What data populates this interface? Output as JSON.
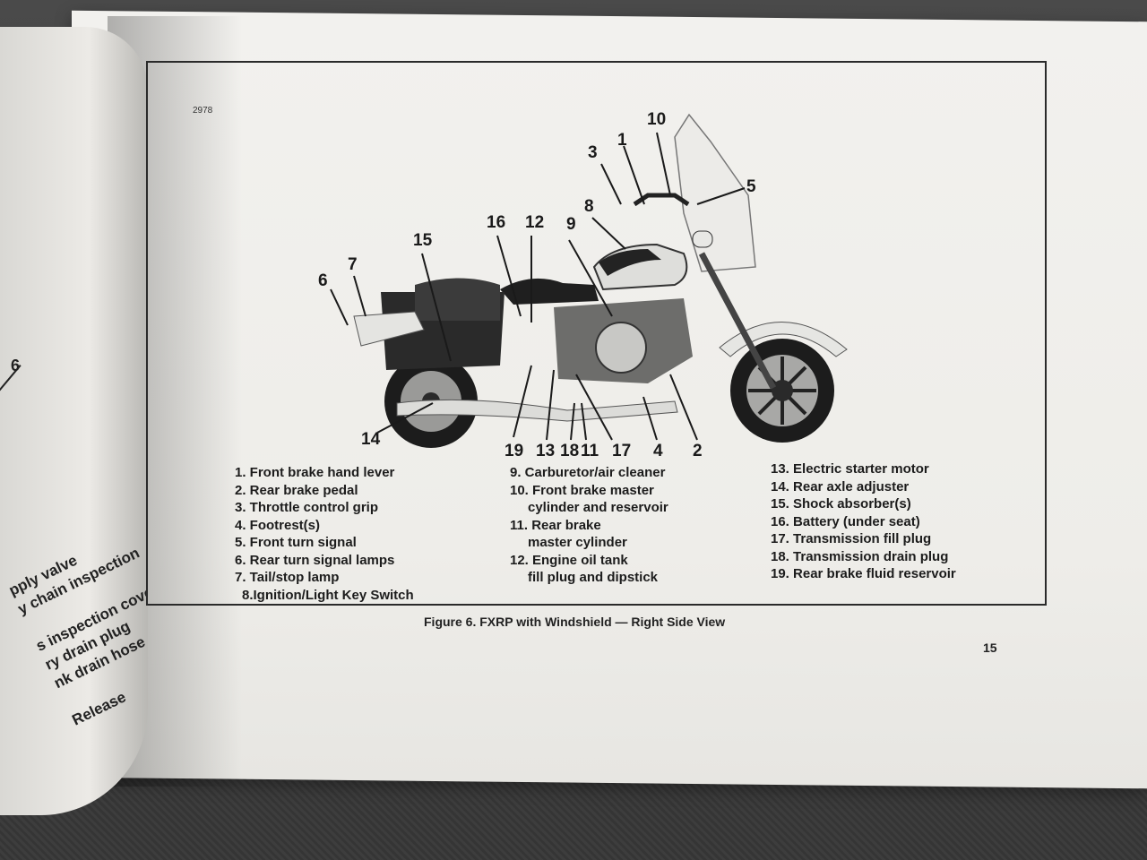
{
  "left_page": {
    "callout_label": "6",
    "fragments": [
      "pply valve",
      "y chain inspection",
      "",
      "s inspection cover",
      "ry drain plug",
      "nk drain hose",
      "",
      "Release"
    ]
  },
  "figure": {
    "number": "2978",
    "callouts": [
      "10",
      "1",
      "3",
      "5",
      "8",
      "16",
      "12",
      "9",
      "15",
      "7",
      "6",
      "14",
      "19",
      "13",
      "18",
      "11",
      "17",
      "4",
      "2"
    ]
  },
  "legend": {
    "col1": [
      "1. Front brake hand lever",
      "2. Rear brake pedal",
      "3. Throttle control grip",
      "4. Footrest(s)",
      "5. Front turn signal",
      "6. Rear turn signal lamps",
      "7. Tail/stop lamp",
      "8.Ignition/Light Key Switch"
    ],
    "col2": [
      "9. Carburetor/air cleaner",
      "10. Front brake master",
      "cylinder and reservoir",
      "11. Rear brake",
      "master cylinder",
      "12. Engine oil tank",
      "fill plug and dipstick"
    ],
    "col3": [
      "13. Electric starter motor",
      "14. Rear axle adjuster",
      "15. Shock absorber(s)",
      "16. Battery (under seat)",
      "17. Transmission fill plug",
      "18. Transmission drain plug",
      "19. Rear brake fluid reservoir"
    ]
  },
  "caption": "Figure 6. FXRP with Windshield — Right Side View",
  "page_number": "15"
}
